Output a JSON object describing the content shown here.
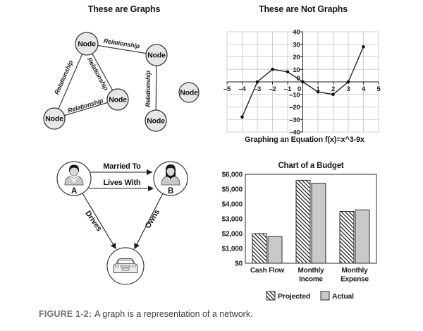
{
  "figure": {
    "left_panel_title": "These are Graphs",
    "right_panel_title": "These are Not Graphs",
    "caption_label": "FIGURE 1-2:",
    "caption_text": "A graph is a representation of a network."
  },
  "node_graph": {
    "node_label": "Node",
    "edge_label": "Relationship",
    "node_fill": "#e7e7e7",
    "node_count": 6,
    "edge_count": 5
  },
  "relationship_graph": {
    "person_a_label": "A",
    "person_b_label": "B",
    "married_to_label": "Married To",
    "lives_with_label": "Lives With",
    "drives_label": "Drives",
    "owns_label": "Owns"
  },
  "chart_data": [
    {
      "type": "line",
      "title": "Graphing an Equation f(x)=x^3-9x",
      "x": [
        -4,
        -3,
        -2,
        -1,
        0,
        1,
        2,
        3,
        4
      ],
      "y": [
        -28,
        0,
        10,
        8,
        0,
        -8,
        -10,
        0,
        28
      ],
      "xlim": [
        -5,
        5
      ],
      "ylim": [
        -40,
        40
      ],
      "x_ticks": [
        -5,
        -4,
        -3,
        -2,
        -1,
        0,
        1,
        2,
        3,
        4,
        5
      ],
      "y_ticks": [
        40,
        30,
        20,
        10,
        0,
        -10,
        -20,
        -30,
        -40
      ],
      "grid": true,
      "marker": "dot",
      "line_color": "#222222",
      "grid_color": "#c3c3c3"
    },
    {
      "type": "bar",
      "title": "Chart of a Budget",
      "categories": [
        [
          "Cash Flow"
        ],
        [
          "Monthly",
          "Income"
        ],
        [
          "Monthly",
          "Expense"
        ]
      ],
      "series": [
        {
          "name": "Projected",
          "values": [
            2000,
            5600,
            3500
          ],
          "style": "hatched"
        },
        {
          "name": "Actual",
          "values": [
            1800,
            5400,
            3600
          ],
          "style": "solid",
          "color": "#c9c9c9"
        }
      ],
      "ylim": [
        0,
        6000
      ],
      "y_ticks": [
        {
          "label": "$6,000",
          "value": 6000
        },
        {
          "label": "$5,000",
          "value": 5000
        },
        {
          "label": "$4,000",
          "value": 4000
        },
        {
          "label": "$3,000",
          "value": 3000
        },
        {
          "label": "$2,000",
          "value": 2000
        },
        {
          "label": "$1,000",
          "value": 1000
        },
        {
          "label": "$0",
          "value": 0
        }
      ],
      "legend_position": "bottom"
    }
  ]
}
